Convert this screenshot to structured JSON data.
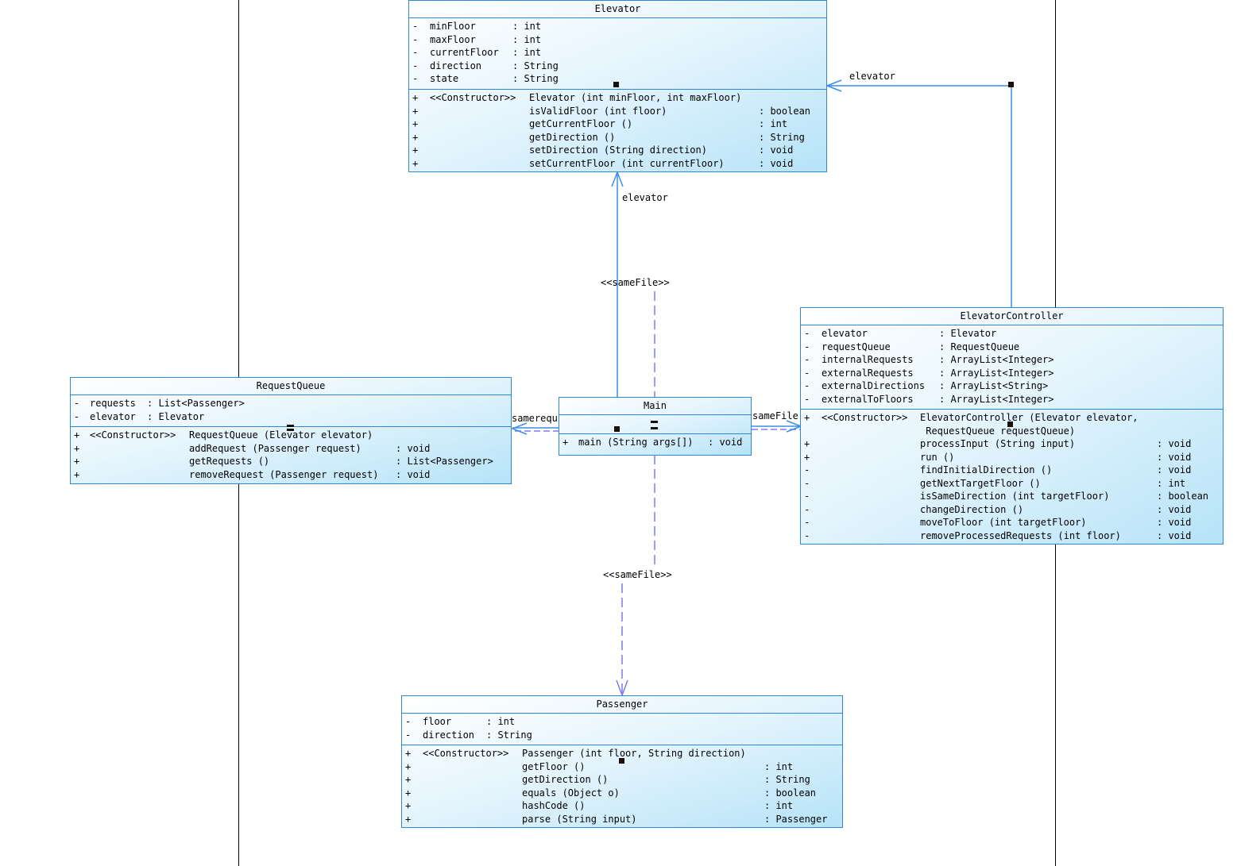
{
  "classes": {
    "elevator": {
      "name": "Elevator",
      "attributes": [
        {
          "vis": "-",
          "name": "minFloor",
          "type": ": int"
        },
        {
          "vis": "-",
          "name": "maxFloor",
          "type": ": int"
        },
        {
          "vis": "-",
          "name": "currentFloor",
          "type": ": int"
        },
        {
          "vis": "-",
          "name": "direction",
          "type": ": String"
        },
        {
          "vis": "-",
          "name": "state",
          "type": ": String"
        }
      ],
      "operations": [
        {
          "vis": "+",
          "stereo": "<<Constructor>>",
          "sig": "Elevator (int minFloor, int maxFloor)",
          "ret": ""
        },
        {
          "vis": "+",
          "stereo": "",
          "sig": "isValidFloor (int floor)",
          "ret": ": boolean"
        },
        {
          "vis": "+",
          "stereo": "",
          "sig": "getCurrentFloor ()",
          "ret": ": int"
        },
        {
          "vis": "+",
          "stereo": "",
          "sig": "getDirection ()",
          "ret": ": String"
        },
        {
          "vis": "+",
          "stereo": "",
          "sig": "setDirection (String direction)",
          "ret": ": void"
        },
        {
          "vis": "+",
          "stereo": "",
          "sig": "setCurrentFloor (int currentFloor)",
          "ret": ": void"
        }
      ]
    },
    "controller": {
      "name": "ElevatorController",
      "attributes": [
        {
          "vis": "-",
          "name": "elevator",
          "type": ": Elevator"
        },
        {
          "vis": "-",
          "name": "requestQueue",
          "type": ": RequestQueue"
        },
        {
          "vis": "-",
          "name": "internalRequests",
          "type": ": ArrayList<Integer>"
        },
        {
          "vis": "-",
          "name": "externalRequests",
          "type": ": ArrayList<Integer>"
        },
        {
          "vis": "-",
          "name": "externalDirections",
          "type": ": ArrayList<String>"
        },
        {
          "vis": "-",
          "name": "externalToFloors",
          "type": ": ArrayList<Integer>"
        }
      ],
      "operations": [
        {
          "vis": "+",
          "stereo": "<<Constructor>>",
          "sig": "ElevatorController (Elevator elevator,",
          "ret": ""
        },
        {
          "vis": "",
          "stereo": "",
          "sig": " RequestQueue requestQueue)",
          "ret": ""
        },
        {
          "vis": "+",
          "stereo": "",
          "sig": "processInput (String input)",
          "ret": ": void"
        },
        {
          "vis": "+",
          "stereo": "",
          "sig": "run ()",
          "ret": ": void"
        },
        {
          "vis": "-",
          "stereo": "",
          "sig": "findInitialDirection ()",
          "ret": ": void"
        },
        {
          "vis": "-",
          "stereo": "",
          "sig": "getNextTargetFloor ()",
          "ret": ": int"
        },
        {
          "vis": "-",
          "stereo": "",
          "sig": "isSameDirection (int targetFloor)",
          "ret": ": boolean"
        },
        {
          "vis": "-",
          "stereo": "",
          "sig": "changeDirection ()",
          "ret": ": void"
        },
        {
          "vis": "-",
          "stereo": "",
          "sig": "moveToFloor (int targetFloor)",
          "ret": ": void"
        },
        {
          "vis": "-",
          "stereo": "",
          "sig": "removeProcessedRequests (int floor)",
          "ret": ": void"
        }
      ]
    },
    "request_queue": {
      "name": "RequestQueue",
      "attributes": [
        {
          "vis": "-",
          "name": "requests",
          "type": ": List<Passenger>"
        },
        {
          "vis": "-",
          "name": "elevator",
          "type": ": Elevator"
        }
      ],
      "operations": [
        {
          "vis": "+",
          "stereo": "<<Constructor>>",
          "sig": "RequestQueue (Elevator elevator)",
          "ret": ""
        },
        {
          "vis": "+",
          "stereo": "",
          "sig": "addRequest (Passenger request)",
          "ret": ": void"
        },
        {
          "vis": "+",
          "stereo": "",
          "sig": "getRequests ()",
          "ret": ": List<Passenger>"
        },
        {
          "vis": "+",
          "stereo": "",
          "sig": "removeRequest (Passenger request)",
          "ret": ": void"
        }
      ]
    },
    "main": {
      "name": "Main",
      "attributes": [],
      "operations": [
        {
          "vis": "+",
          "stereo": "",
          "sig": "main (String args[])",
          "ret": ": void"
        }
      ]
    },
    "passenger": {
      "name": "Passenger",
      "attributes": [
        {
          "vis": "-",
          "name": "floor",
          "type": ": int"
        },
        {
          "vis": "-",
          "name": "direction",
          "type": ": String"
        }
      ],
      "operations": [
        {
          "vis": "+",
          "stereo": "<<Constructor>>",
          "sig": "Passenger (int floor, String direction)",
          "ret": ""
        },
        {
          "vis": "+",
          "stereo": "",
          "sig": "getFloor ()",
          "ret": ": int"
        },
        {
          "vis": "+",
          "stereo": "",
          "sig": "getDirection ()",
          "ret": ": String"
        },
        {
          "vis": "+",
          "stereo": "",
          "sig": "equals (Object o)",
          "ret": ": boolean"
        },
        {
          "vis": "+",
          "stereo": "",
          "sig": "hashCode ()",
          "ret": ": int"
        },
        {
          "vis": "+",
          "stereo": "",
          "sig": "parse (String input)",
          "ret": ": Passenger"
        }
      ]
    }
  },
  "edge_labels": {
    "controller_to_elevator": "elevator",
    "main_to_elevator": "elevator",
    "samefile_top": "<<sameFile>>",
    "samefile_bottom": "<<sameFile>>",
    "main_to_queue": "samerequ",
    "main_to_controller": "sameFile"
  },
  "colors": {
    "edge": "#3b8eea",
    "dependency": "#7a7af0",
    "class_border": "#2f86d6",
    "handle": "#1a0f0a"
  }
}
